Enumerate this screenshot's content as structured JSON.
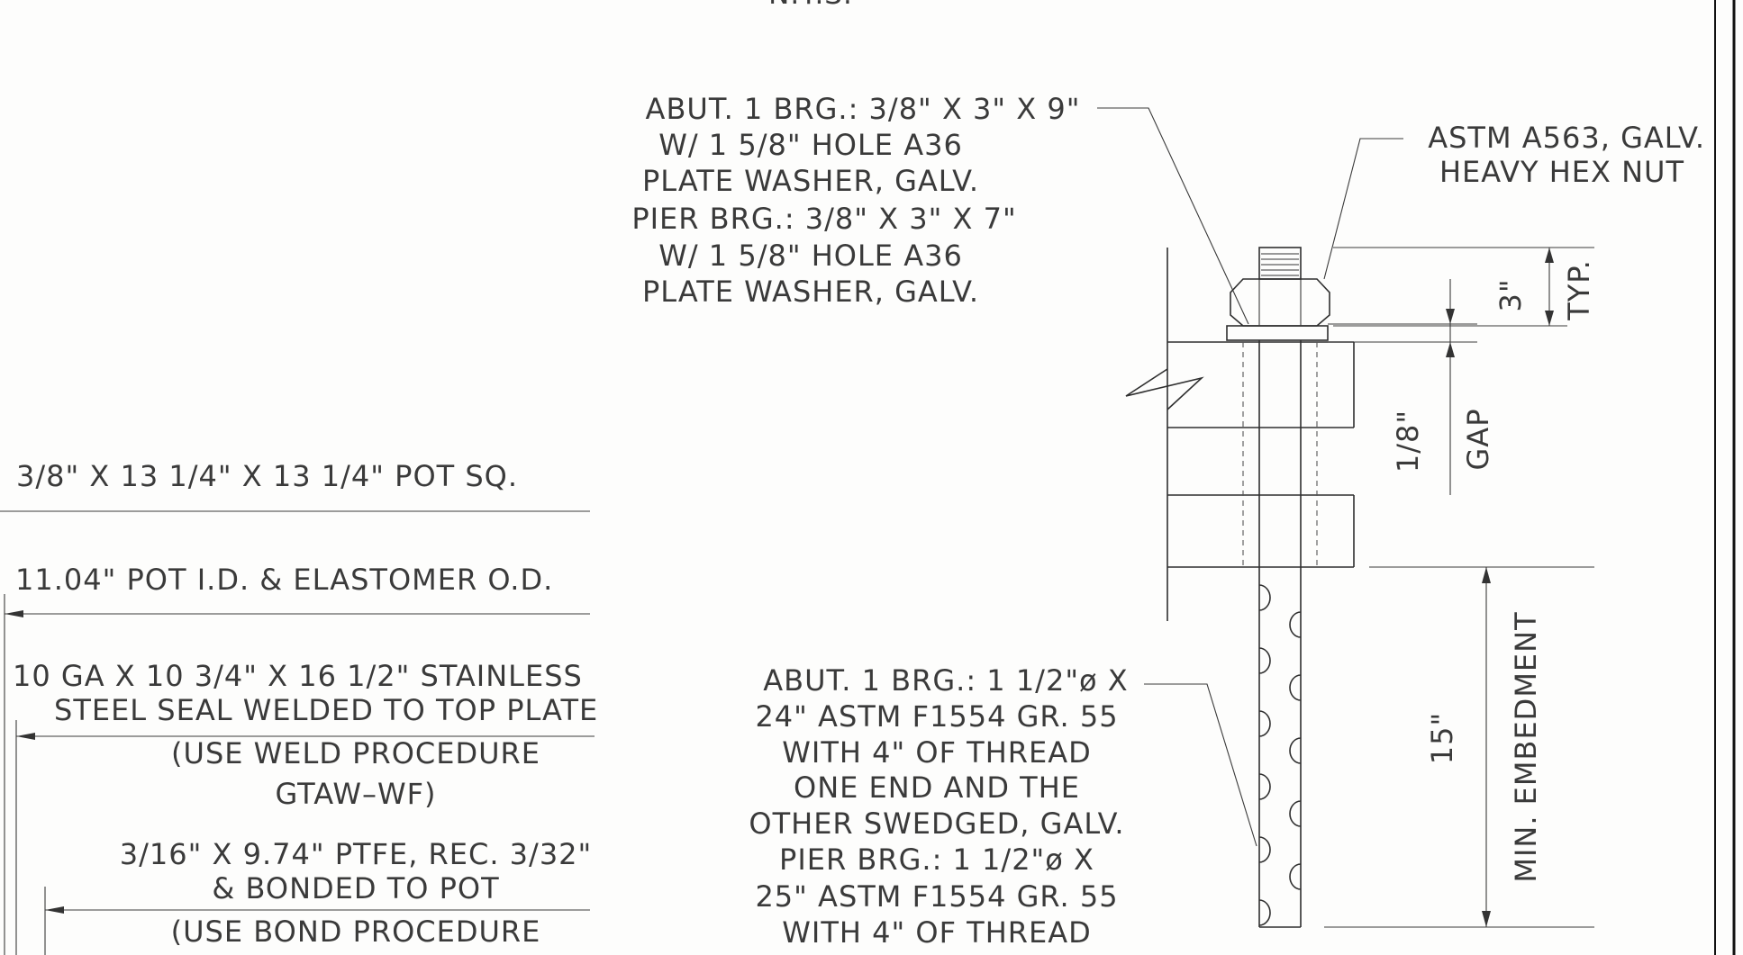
{
  "drawing": {
    "scale_note": "N.T.S."
  },
  "callouts": {
    "washer": [
      "ABUT. 1 BRG.: 3/8\" X 3\" X 9\"",
      "W/ 1 5/8\" HOLE A36",
      "PLATE WASHER, GALV.",
      "PIER BRG.: 3/8\" X 3\" X 7\"",
      "W/ 1 5/8\" HOLE A36",
      "PLATE WASHER, GALV."
    ],
    "nut": [
      "ASTM A563, GALV.",
      "HEAVY HEX NUT"
    ],
    "bolt": [
      "ABUT. 1 BRG.: 1 1/2\"ø X",
      "24\" ASTM F1554 GR. 55",
      "WITH 4\" OF THREAD",
      "ONE END AND THE",
      "OTHER SWEDGED, GALV.",
      "PIER BRG.: 1 1/2\"ø X",
      "25\" ASTM F1554 GR. 55",
      "WITH 4\" OF THREAD",
      ""
    ],
    "pot": [
      "3/8\" X 13 1/4\" X 13 1/4\" POT SQ.",
      "11.04\" POT I.D. & ELASTOMER O.D."
    ],
    "seal": [
      "10 GA X 10 3/4\" X 16 1/2\" STAINLESS",
      "STEEL SEAL WELDED TO TOP PLATE",
      "(USE WELD PROCEDURE",
      "GTAW–WF)"
    ],
    "ptfe": [
      "3/16\" X 9.74\" PTFE, REC. 3/32\"",
      "& BONDED TO POT",
      "(USE BOND PROCEDURE"
    ]
  },
  "dimensions": {
    "thread_length": "3\"",
    "typ": "TYP.",
    "gap_value": "1/8\"",
    "gap_label": "GAP",
    "embedment_length": "15\"",
    "embedment_label": "MIN. EMBEDMENT"
  },
  "colors": {
    "background": "#fdfdfc",
    "linework": "#2f2f2f",
    "text": "#3a3a3a"
  }
}
